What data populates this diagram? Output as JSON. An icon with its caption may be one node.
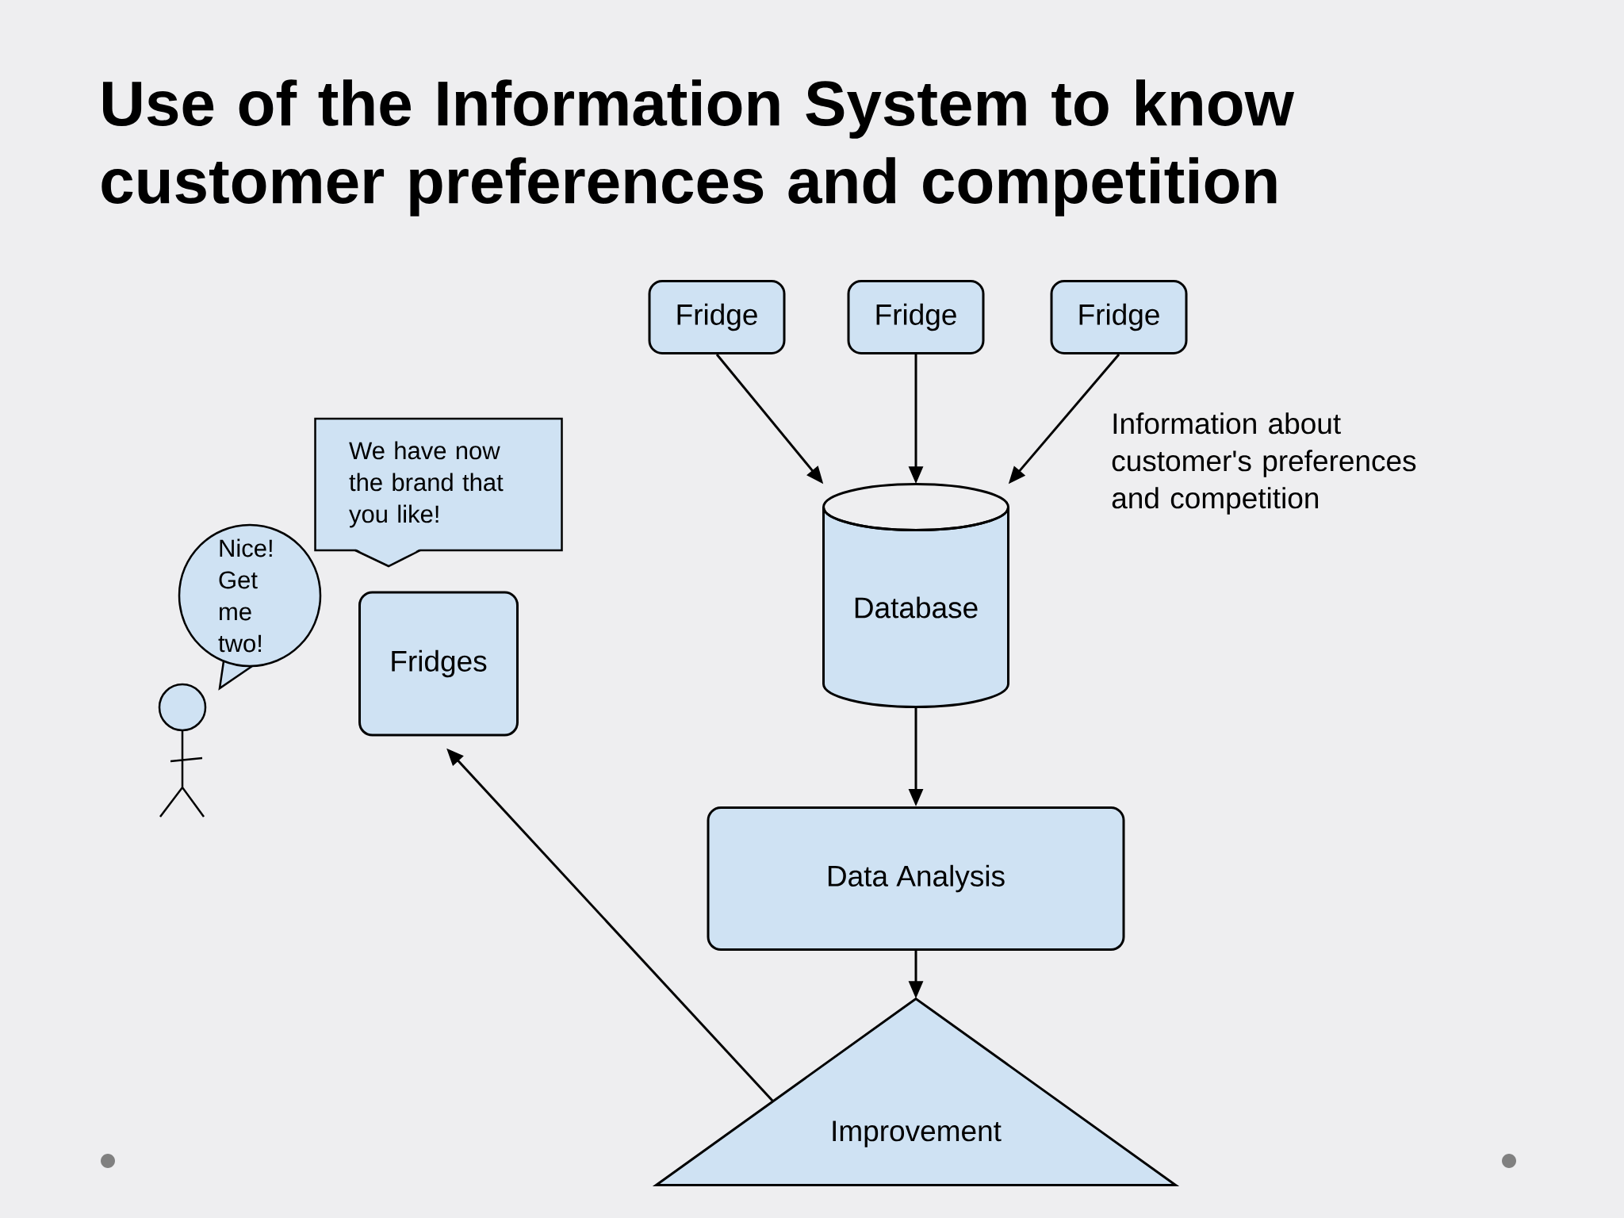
{
  "diagram": {
    "title": "Use of the Information System to know customer preferences and competition",
    "nodes": [
      {
        "text": [
          "Fridge"
        ]
      },
      {
        "text": [
          "Fridge"
        ]
      },
      {
        "text": [
          "Fridge"
        ]
      },
      {
        "text": [
          "Database"
        ]
      },
      {
        "text": [
          "Data Analysis"
        ]
      },
      {
        "text": [
          "Improvement"
        ]
      },
      {
        "text": [
          "Fridges"
        ]
      },
      {
        "text": [
          "We have now the brand that you like!"
        ]
      },
      {
        "text": [
          "Nice! Get me two!"
        ]
      },
      {
        "text": [],
        "shape": "person"
      }
    ],
    "edges": [
      {
        "from": 0,
        "to": 3,
        "arrow": "to"
      },
      {
        "from": 1,
        "to": 3,
        "arrow": "to"
      },
      {
        "from": 2,
        "to": 3,
        "arrow": "to"
      },
      {
        "from": 3,
        "to": 4,
        "arrow": "to"
      },
      {
        "from": 4,
        "to": 5,
        "arrow": "to"
      },
      {
        "from": 5,
        "to": 6,
        "arrow": "to"
      }
    ],
    "labels": [
      "Information about customer's preferences and competition"
    ]
  }
}
